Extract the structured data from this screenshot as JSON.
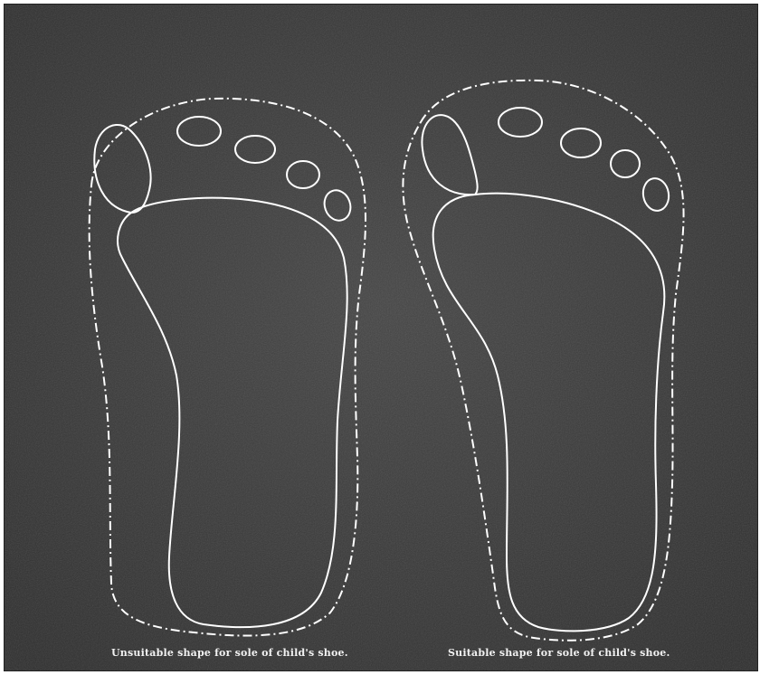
{
  "figures": [
    {
      "id": "unsuitable",
      "caption": "Unsuitable shape for sole of child's shoe."
    },
    {
      "id": "suitable",
      "caption": "Suitable shape for sole of child's shoe."
    }
  ],
  "colors": {
    "background": "#3a3a3a",
    "outline": "#ffffff"
  }
}
